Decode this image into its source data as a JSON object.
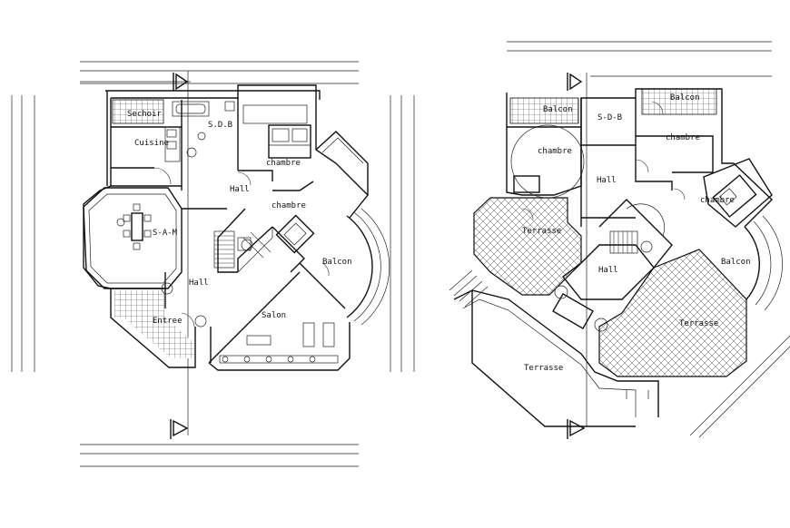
{
  "ground_floor": {
    "rooms": {
      "sechoir": "Sechoir",
      "sdb": "S.D.B",
      "cuisine": "Cuisine",
      "chambre1": "chambre",
      "hall1": "Hall",
      "chambre2": "chambre",
      "sam": "S-A-M",
      "balcon": "Balcon",
      "hall2": "Hall",
      "salon": "Salon",
      "entree": "Entree"
    }
  },
  "first_floor": {
    "rooms": {
      "balcon_left": "Balcon",
      "sdb": "S-D-B",
      "balcon_right": "Balcon",
      "chambre1": "chambre",
      "chambre2": "chambre",
      "hall1": "Hall",
      "chambre3": "chambre",
      "terrasse1": "Terrasse",
      "balcon": "Balcon",
      "hall2": "Hall",
      "terrasse2": "Terrasse",
      "terrasse3": "Terrasse"
    }
  }
}
